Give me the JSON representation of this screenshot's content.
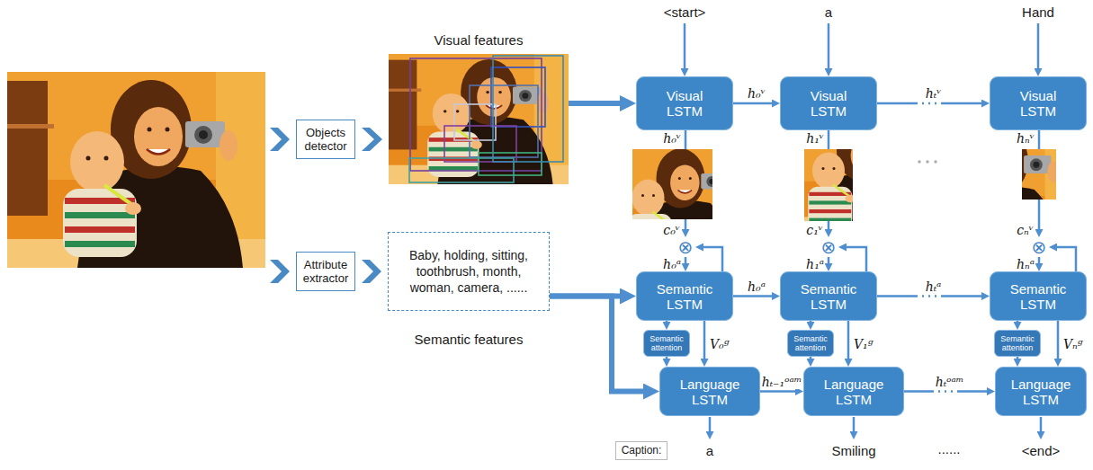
{
  "diagram": {
    "nodes": [
      {
        "text": [
          "Objects detector"
        ]
      },
      {
        "text": [
          "Attribute extractor"
        ]
      },
      {
        "text": [
          "Visual features"
        ]
      },
      {
        "text": [
          "Baby, holding, sitting, toothbrush, month, woman, camera, ......",
          "Semantic features"
        ]
      },
      {
        "text": [
          "Visual LSTM"
        ]
      },
      {
        "text": [
          "Visual LSTM"
        ]
      },
      {
        "text": [
          "Visual LSTM"
        ]
      },
      {
        "text": [
          "⊗"
        ]
      },
      {
        "text": [
          "⊗"
        ]
      },
      {
        "text": [
          "⊗"
        ]
      },
      {
        "text": [
          "Semantic LSTM"
        ]
      },
      {
        "text": [
          "Semantic LSTM"
        ]
      },
      {
        "text": [
          "Semantic LSTM"
        ]
      },
      {
        "text": [
          "Semantic attention"
        ]
      },
      {
        "text": [
          "Semantic attention"
        ]
      },
      {
        "text": [
          "Semantic attention"
        ]
      },
      {
        "text": [
          "Language LSTM"
        ]
      },
      {
        "text": [
          "Language LSTM"
        ]
      },
      {
        "text": [
          "Language LSTM"
        ]
      },
      {
        "text": [
          "Caption:"
        ]
      }
    ],
    "edges": [
      {
        "from": 0,
        "to": 2,
        "arrow": "to"
      },
      {
        "from": 1,
        "to": 3,
        "arrow": "to"
      },
      {
        "from": 2,
        "to": 4,
        "arrow": "to"
      },
      {
        "from": 4,
        "to": 5,
        "arrow": "to",
        "label": "h₀ᵛ"
      },
      {
        "from": 5,
        "to": 6,
        "arrow": "to",
        "label": "hₜᵛ"
      },
      {
        "from": 4,
        "to": 7,
        "arrow": "to",
        "label": "h₀ᵛ"
      },
      {
        "from": 5,
        "to": 8,
        "arrow": "to",
        "label": "h₁ᵛ"
      },
      {
        "from": 6,
        "to": 9,
        "arrow": "to",
        "label": "hₙᵛ"
      },
      {
        "from": 7,
        "to": 10,
        "arrow": "to"
      },
      {
        "from": 10,
        "to": 7,
        "arrow": "to",
        "label": "h₀ᵃ"
      },
      {
        "from": 8,
        "to": 11,
        "arrow": "to"
      },
      {
        "from": 11,
        "to": 8,
        "arrow": "to",
        "label": "h₁ᵃ"
      },
      {
        "from": 9,
        "to": 12,
        "arrow": "to"
      },
      {
        "from": 12,
        "to": 9,
        "arrow": "to",
        "label": "hₙᵃ"
      },
      {
        "from": 10,
        "to": 11,
        "arrow": "to",
        "label": "h₀ᵃ"
      },
      {
        "from": 11,
        "to": 12,
        "arrow": "to",
        "label": "hₜᵃ"
      },
      {
        "from": 10,
        "to": 13,
        "arrow": "to"
      },
      {
        "from": 11,
        "to": 14,
        "arrow": "to"
      },
      {
        "from": 12,
        "to": 15,
        "arrow": "to"
      },
      {
        "from": 13,
        "to": 16,
        "arrow": "to"
      },
      {
        "from": 14,
        "to": 17,
        "arrow": "to"
      },
      {
        "from": 15,
        "to": 18,
        "arrow": "to"
      },
      {
        "from": 10,
        "to": 16,
        "arrow": "to",
        "label": "V₀ᵍ"
      },
      {
        "from": 11,
        "to": 17,
        "arrow": "to",
        "label": "V₁ᵍ"
      },
      {
        "from": 12,
        "to": 18,
        "arrow": "to",
        "label": "Vₙᵍ"
      },
      {
        "from": 3,
        "to": 10,
        "arrow": "to"
      },
      {
        "from": 3,
        "to": 16,
        "arrow": "to"
      },
      {
        "from": 16,
        "to": 17,
        "arrow": "to",
        "label": "hₜ₋₁ᵒᵃᵐ"
      },
      {
        "from": 17,
        "to": 18,
        "arrow": "to",
        "label": "hₜᵒᵃᵐ"
      }
    ],
    "labels": [
      "<start>",
      "a",
      "Hand",
      "c₀ᵛ",
      "c₁ᵛ",
      "cₙᵛ",
      "a",
      "Smiling",
      "......",
      "<end>"
    ]
  }
}
